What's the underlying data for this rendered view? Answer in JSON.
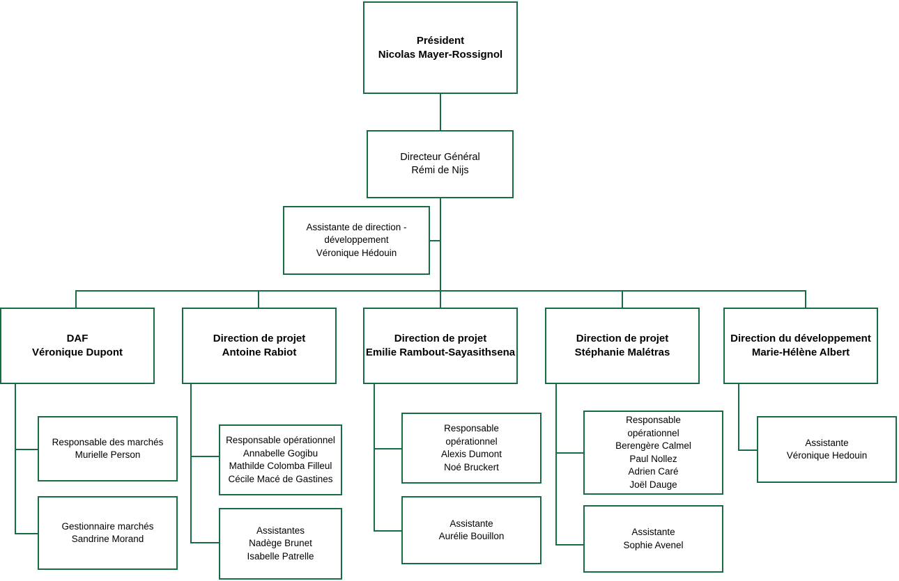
{
  "meta": {
    "document_type": "organization-chart",
    "language": "fr"
  },
  "theme": {
    "line_color": "#186b42",
    "box_border_color": "#186b42",
    "box_fill_color": "#ffffff",
    "page_background": "#ffffff",
    "text_color": "#000000"
  },
  "nodes": {
    "president": {
      "title": "Président",
      "person": "Nicolas Mayer-Rossignol"
    },
    "directeur_general": {
      "title": "Directeur Général",
      "person": "Rémi de Nijs"
    },
    "assistante_direction": {
      "title": "Assistante de direction - développement",
      "person": "Véronique Hédouin"
    },
    "daf": {
      "title": "DAF",
      "person": "Véronique Dupont"
    },
    "daf_child_1": {
      "title": "Responsable des marchés",
      "person": "Murielle Person"
    },
    "daf_child_2": {
      "title": "Gestionnaire marchés",
      "person": "Sandrine Morand"
    },
    "projet_rabiot": {
      "title": "Direction de projet",
      "person": "Antoine Rabiot"
    },
    "rabiot_child_1": {
      "title": "Responsable opérationnel",
      "person": "Annabelle Gogibu\nMathilde Colomba Filleul\nCécile Macé de Gastines"
    },
    "rabiot_child_2": {
      "title": "Assistantes",
      "person": "Nadège Brunet\nIsabelle Patrelle"
    },
    "projet_rambout": {
      "title": "Direction de projet",
      "person": "Emilie Rambout-Sayasithsena"
    },
    "rambout_child_1": {
      "title": "Responsable\nopérationnel",
      "person": "Alexis Dumont\nNoé Bruckert"
    },
    "rambout_child_2": {
      "title": "Assistante",
      "person": "Aurélie Bouillon"
    },
    "projet_maletras": {
      "title": "Direction de projet",
      "person": "Stéphanie Malétras"
    },
    "maletras_child_1": {
      "title": "Responsable\nopérationnel",
      "person": "Berengère Calmel\nPaul Nollez\nAdrien Caré\nJoël Dauge"
    },
    "maletras_child_2": {
      "title": "Assistante",
      "person": "Sophie Avenel"
    },
    "developpement": {
      "title": "Direction du développement",
      "person": "Marie-Hélène Albert"
    },
    "developpement_child_1": {
      "title": "Assistante",
      "person": "Véronique Hedouin"
    }
  }
}
